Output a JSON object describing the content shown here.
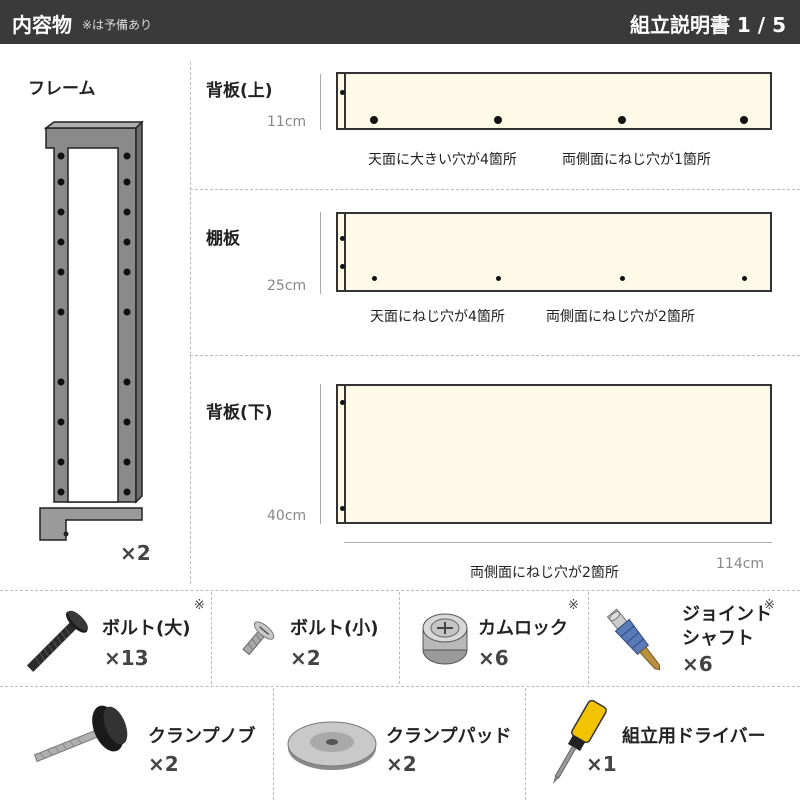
{
  "header": {
    "title": "内容物",
    "note": "※は予備あり",
    "right": "組立説明書 1 / 5"
  },
  "frame": {
    "label": "フレーム",
    "qty": "×2"
  },
  "boards": {
    "top": {
      "label": "背板(上)",
      "height": "11cm",
      "note1": "天面に大きい穴が4箇所",
      "note2": "両側面にねじ穴が1箇所"
    },
    "shelf": {
      "label": "棚板",
      "height": "25cm",
      "note1": "天面にねじ穴が4箇所",
      "note2": "両側面にねじ穴が2箇所"
    },
    "bottom": {
      "label": "背板(下)",
      "height": "40cm",
      "note": "両側面にねじ穴が2箇所",
      "width": "114cm"
    }
  },
  "parts": [
    {
      "name": "ボルト(大)",
      "qty": "×13",
      "asterisk": "※",
      "icon": "bolt-large-icon"
    },
    {
      "name": "ボルト(小)",
      "qty": "×2",
      "asterisk": "",
      "icon": "bolt-small-icon"
    },
    {
      "name": "カムロック",
      "qty": "×6",
      "asterisk": "※",
      "icon": "cam-lock-icon"
    },
    {
      "name_line1": "ジョイント",
      "name_line2": "シャフト",
      "qty": "×6",
      "asterisk": "※",
      "icon": "joint-shaft-icon"
    },
    {
      "name": "クランプノブ",
      "qty": "×2",
      "icon": "clamp-knob-icon"
    },
    {
      "name": "クランプパッド",
      "qty": "×2",
      "icon": "clamp-pad-icon"
    },
    {
      "name": "組立用ドライバー",
      "qty": "×1",
      "icon": "screwdriver-icon"
    }
  ]
}
